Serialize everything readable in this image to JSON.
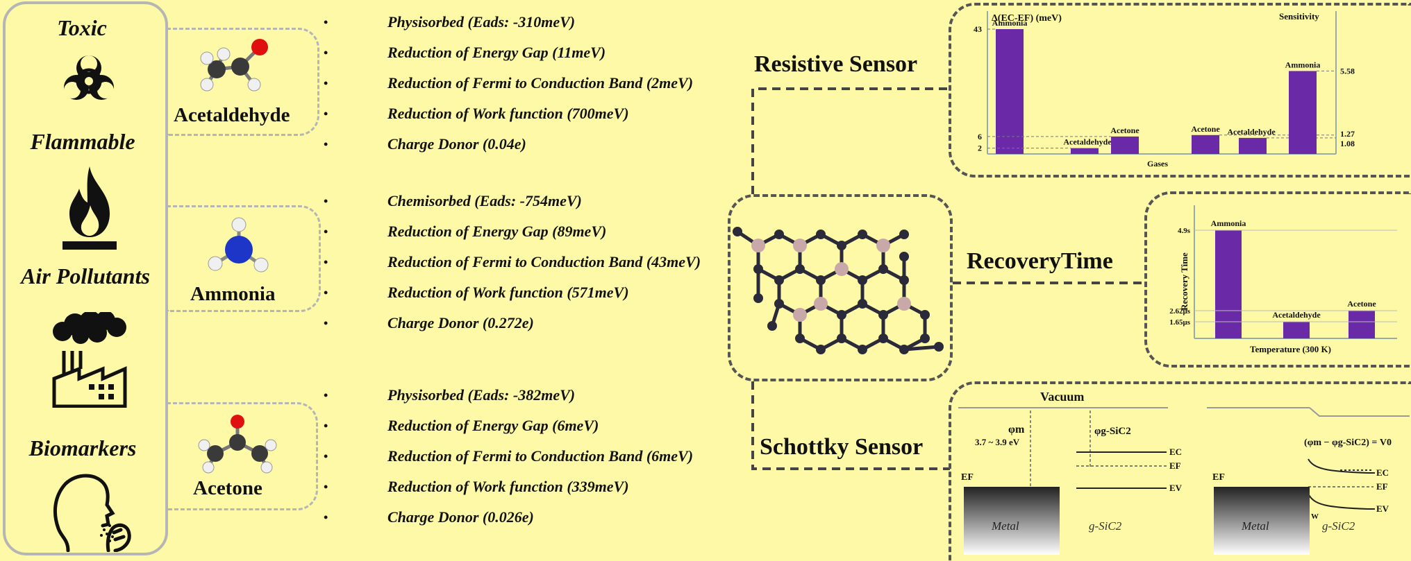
{
  "categories": [
    {
      "label": "Toxic",
      "icon": "biohazard-icon"
    },
    {
      "label": "Flammable",
      "icon": "flame-icon"
    },
    {
      "label": "Air Pollutants",
      "icon": "factory-icon"
    },
    {
      "label": "Biomarkers",
      "icon": "breath-icon"
    }
  ],
  "molecules": [
    {
      "name": "Acetaldehyde",
      "properties": [
        "Physisorbed (Eads: -310meV)",
        "Reduction of Energy Gap (11meV)",
        "Reduction of Fermi to Conduction Band (2meV)",
        "Reduction of Work function (700meV)",
        "Charge Donor (0.04e)"
      ]
    },
    {
      "name": "Ammonia",
      "properties": [
        "Chemisorbed (Eads: -754meV)",
        "Reduction of Energy Gap (89meV)",
        "Reduction of Fermi to Conduction Band (43meV)",
        "Reduction of Work function (571meV)",
        "Charge Donor (0.272e)"
      ]
    },
    {
      "name": "Acetone",
      "properties": [
        "Physisorbed (Eads: -382meV)",
        "Reduction of Energy Gap (6meV)",
        "Reduction of Fermi to Conduction Band (6meV)",
        "Reduction of Work function (339meV)",
        "Charge Donor (0.026e)"
      ]
    }
  ],
  "bullet": "•",
  "sensors": {
    "resistive": "Resistive Sensor",
    "recovery": "RecoveryTime",
    "schottky": "Schottky Sensor"
  },
  "chart_data": [
    {
      "type": "bar",
      "ylabel": "Δ(EC-EF) (meV)",
      "xlabel": "Gases",
      "categories": [
        "Ammonia",
        "Acetaldehyde",
        "Acetone"
      ],
      "values": [
        43,
        2,
        6
      ],
      "ytick_labels": [
        "43",
        "6",
        "2"
      ],
      "color": "#6a2aa8"
    },
    {
      "type": "bar",
      "ylabel": "Sensitivity",
      "categories": [
        "Acetone",
        "Acetaldehyde",
        "Ammonia"
      ],
      "values": [
        1.27,
        1.08,
        5.58
      ],
      "ytick_labels": [
        "5.58",
        "1.27",
        "1.08"
      ],
      "color": "#6a2aa8"
    },
    {
      "type": "bar",
      "ylabel": "Recovery Time",
      "xlabel": "Temperature (300 K)",
      "categories": [
        "Ammonia",
        "Acetaldehyde",
        "Acetone"
      ],
      "values_text": [
        "4.9s",
        "1.65μs",
        "2.62μs"
      ],
      "ytick_labels": [
        "4.9s",
        "2.62μs",
        "1.65μs"
      ],
      "color": "#6a2aa8"
    }
  ],
  "schottky": {
    "vacuum": "Vacuum",
    "phi_m": "φm",
    "phi_m_range": "3.7 ~ 3.9 eV",
    "phi_sic": "φg-SiC2",
    "ec": "EC",
    "ef": "EF",
    "ev": "EV",
    "metal": "Metal",
    "sic": "g-SiC2",
    "barrier": "(φm − φg-SiC2) = V0",
    "w": "W"
  }
}
